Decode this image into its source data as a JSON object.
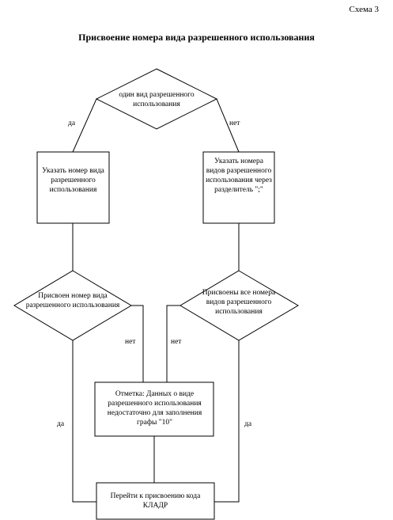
{
  "header": {
    "scheme_label": "Схема 3",
    "title": "Присвоение номера вида разрешенного использования"
  },
  "nodes": {
    "decision_single": "один вид разрешенного использования",
    "box_left": "Указать номер вида разрешенного использования",
    "box_right": "Указать номера видов разрешенного использования через разделитель \";\"",
    "decision_left": "Присвоен номер вида разрешенного использования",
    "decision_right": "Присвоены все номера видов разрешенного использования",
    "box_mark": "Отметка: Данных о виде разрешенного использования недостаточно для заполнения графы \"10\"",
    "box_end": "Перейти к присвоению кода КЛАДР"
  },
  "edge_labels": {
    "yes_top": "да",
    "no_top": "нет",
    "no_left": "нет",
    "no_right": "нет",
    "yes_left": "да",
    "yes_right": "да"
  }
}
